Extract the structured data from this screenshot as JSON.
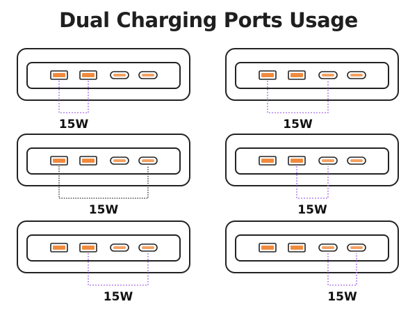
{
  "title": "Dual Charging Ports Usage",
  "colors": {
    "usb_a_fill": "#f08a3c",
    "usb_c_fill": "#f4a061",
    "highlight_connector": "#a46be6",
    "default_connector": "#222222",
    "outline": "#222222"
  },
  "port_types": [
    "usb-a",
    "usb-a",
    "usb-c",
    "usb-c"
  ],
  "combos": [
    {
      "ports": [
        1,
        2
      ],
      "label": "15W",
      "connector": "highlight"
    },
    {
      "ports": [
        1,
        3
      ],
      "label": "15W",
      "connector": "highlight"
    },
    {
      "ports": [
        1,
        4
      ],
      "label": "15W",
      "connector": "default"
    },
    {
      "ports": [
        2,
        3
      ],
      "label": "15W",
      "connector": "highlight"
    },
    {
      "ports": [
        2,
        4
      ],
      "label": "15W",
      "connector": "highlight"
    },
    {
      "ports": [
        3,
        4
      ],
      "label": "15W",
      "connector": "highlight"
    }
  ]
}
